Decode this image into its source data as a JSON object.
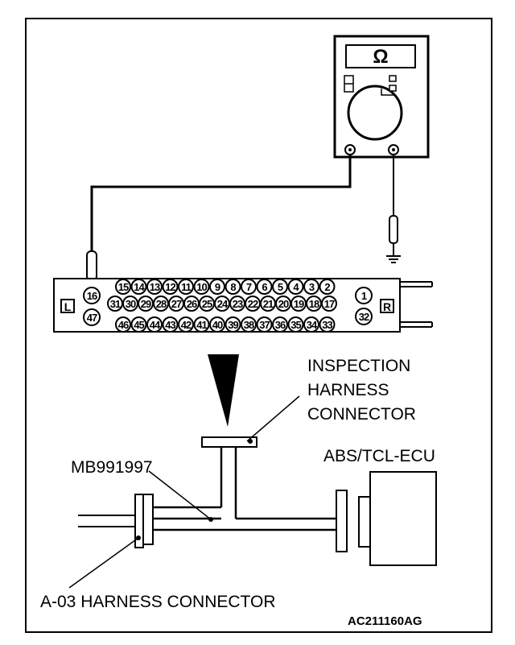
{
  "meter": {
    "symbol": "Ω"
  },
  "connector": {
    "left_tag": "L",
    "right_tag": "R",
    "pin_probe": "16",
    "pin_47": "47",
    "pin_1": "1",
    "pin_32": "32",
    "row1": [
      "15",
      "14",
      "13",
      "12",
      "11",
      "10",
      "9",
      "8",
      "7",
      "6",
      "5",
      "4",
      "3",
      "2"
    ],
    "row2": [
      "31",
      "30",
      "29",
      "28",
      "27",
      "26",
      "25",
      "24",
      "23",
      "22",
      "21",
      "20",
      "19",
      "18",
      "17"
    ],
    "row3": [
      "46",
      "45",
      "44",
      "43",
      "42",
      "41",
      "40",
      "39",
      "38",
      "37",
      "36",
      "35",
      "34",
      "33"
    ]
  },
  "labels": {
    "inspection_line1": "INSPECTION",
    "inspection_line2": "HARNESS",
    "inspection_line3": "CONNECTOR",
    "ecu": "ABS/TCL-ECU",
    "tool": "MB991997",
    "harness": "A-03 HARNESS CONNECTOR",
    "figure_code": "AC211160AG"
  }
}
